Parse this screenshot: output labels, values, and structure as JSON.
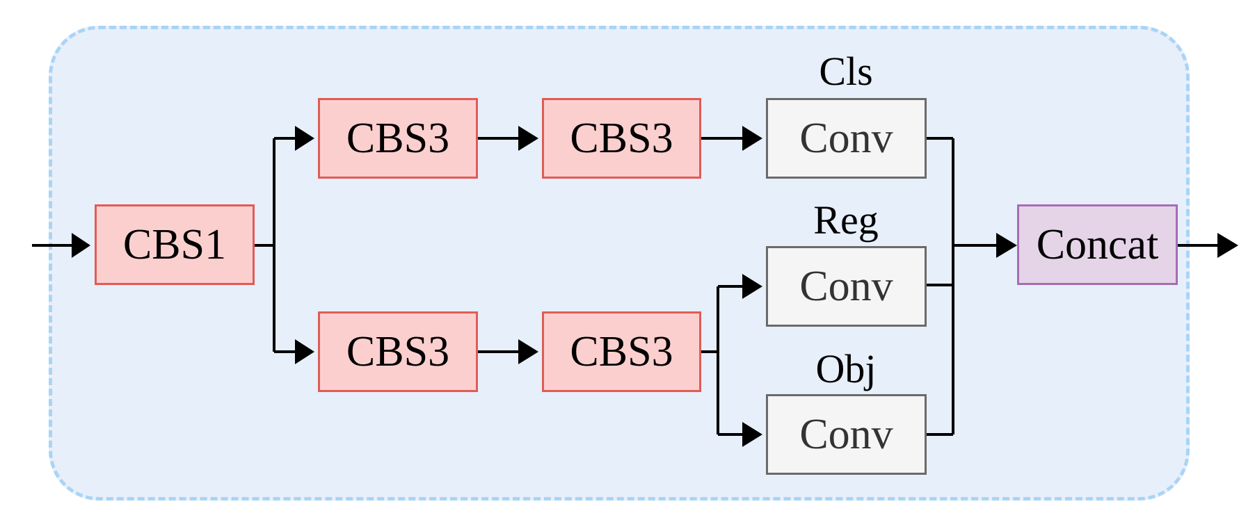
{
  "blocks": {
    "cbs1": "CBS1",
    "cbs3_top_1": "CBS3",
    "cbs3_top_2": "CBS3",
    "cbs3_bottom_1": "CBS3",
    "cbs3_bottom_2": "CBS3",
    "conv_cls": "Conv",
    "conv_reg": "Conv",
    "conv_obj": "Conv",
    "concat": "Concat"
  },
  "labels": {
    "cls": "Cls",
    "reg": "Reg",
    "obj": "Obj"
  },
  "colors": {
    "frame_fill": "#e7effa",
    "frame_border": "#a9d4f5",
    "cbs_fill": "#fccfcf",
    "cbs_border": "#e15b55",
    "conv_fill": "#f5f5f5",
    "conv_border": "#6a6a6a",
    "concat_fill": "#e5d4e8",
    "concat_border": "#a66db4"
  }
}
